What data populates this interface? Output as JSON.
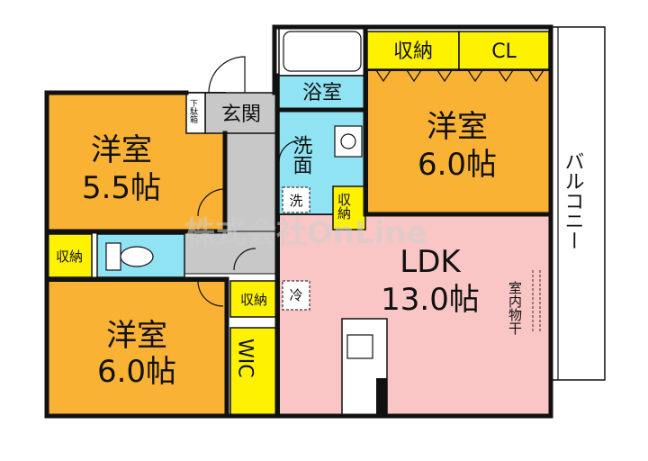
{
  "colors": {
    "bedroom": "#f9b233",
    "ldk": "#f9c5c5",
    "wet": "#8fe3f3",
    "storage": "#fff200",
    "hall": "#c8c8c8",
    "balcony": "#ffffff",
    "wall": "#111111",
    "watermark": "#cfcfcf"
  },
  "rooms": {
    "bedroom_nw": {
      "name": "洋室",
      "size": "5.5帖"
    },
    "bedroom_sw": {
      "name": "洋室",
      "size": "6.0帖"
    },
    "bedroom_ne": {
      "name": "洋室",
      "size": "6.0帖"
    },
    "ldk": {
      "name": "LDK",
      "size": "13.0帖",
      "note": "室内物干"
    },
    "bath": {
      "name": "浴室"
    },
    "washroom": {
      "name": "洗面"
    },
    "entrance": {
      "name": "玄関"
    },
    "shoe_box": {
      "name": "下駄箱"
    },
    "wic": {
      "name": "WIC"
    },
    "closet_cl": {
      "name": "CL"
    },
    "storage_ne": {
      "name": "収納"
    },
    "storage_mid": {
      "name": "収納"
    },
    "storage_wash": {
      "name": "収納"
    },
    "storage_left": {
      "name": "収納"
    },
    "washer": {
      "name": "洗"
    },
    "fridge": {
      "name": "冷"
    },
    "balcony": {
      "name": "バルコニー"
    }
  },
  "watermark": "株式会社OnLine"
}
